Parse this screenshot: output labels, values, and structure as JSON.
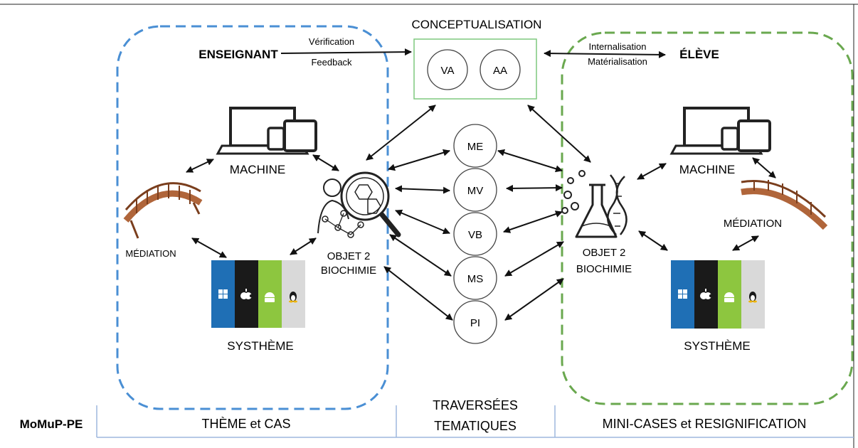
{
  "top": {
    "conceptualisation": "CONCEPTUALISATION",
    "enseignant": "ENSEIGNANT",
    "eleve": "ÉLÈVE",
    "verification": "Vérification",
    "feedback": "Feedback",
    "internalisation": "Internalisation",
    "materialisation": "Matérialisation"
  },
  "concept_box": {
    "va": "VA",
    "aa": "AA"
  },
  "center_nodes": [
    "ME",
    "MV",
    "VB",
    "MS",
    "PI"
  ],
  "left": {
    "machine": "MACHINE",
    "mediation": "MÉDIATION",
    "objet_line1": "OBJET 2",
    "objet_line2": "BIOCHIMIE",
    "systeme": "SYSTHÈME"
  },
  "right": {
    "machine": "MACHINE",
    "mediation": "MÉDIATION",
    "objet_line1": "OBJET 2",
    "objet_line2": "BIOCHIMIE",
    "systeme": "SYSTHÈME"
  },
  "footer": {
    "model": "MoMuP-PE",
    "col1": "THÈME et CAS",
    "col2_line1": "TRAVERSÉES",
    "col2_line2": "TEMATIQUES",
    "col3": "MINI-CASES et RESIGNIFICATION"
  },
  "colors": {
    "left_frame": "#4a8fd4",
    "right_frame": "#6aa84f",
    "concept_box": "#7fc97f",
    "footer_rule": "#9db7de",
    "os_windows": "#1f6fb5",
    "os_apple": "#1a1a1a",
    "os_android": "#8dc63f",
    "os_linux": "#d9d9d9",
    "bridge": "#b0653a"
  },
  "icons": [
    "laptop-devices-icon",
    "bridge-icon",
    "molecule-magnifier-icon",
    "lab-flask-dna-icon",
    "windows-icon",
    "apple-icon",
    "android-icon",
    "linux-icon"
  ]
}
